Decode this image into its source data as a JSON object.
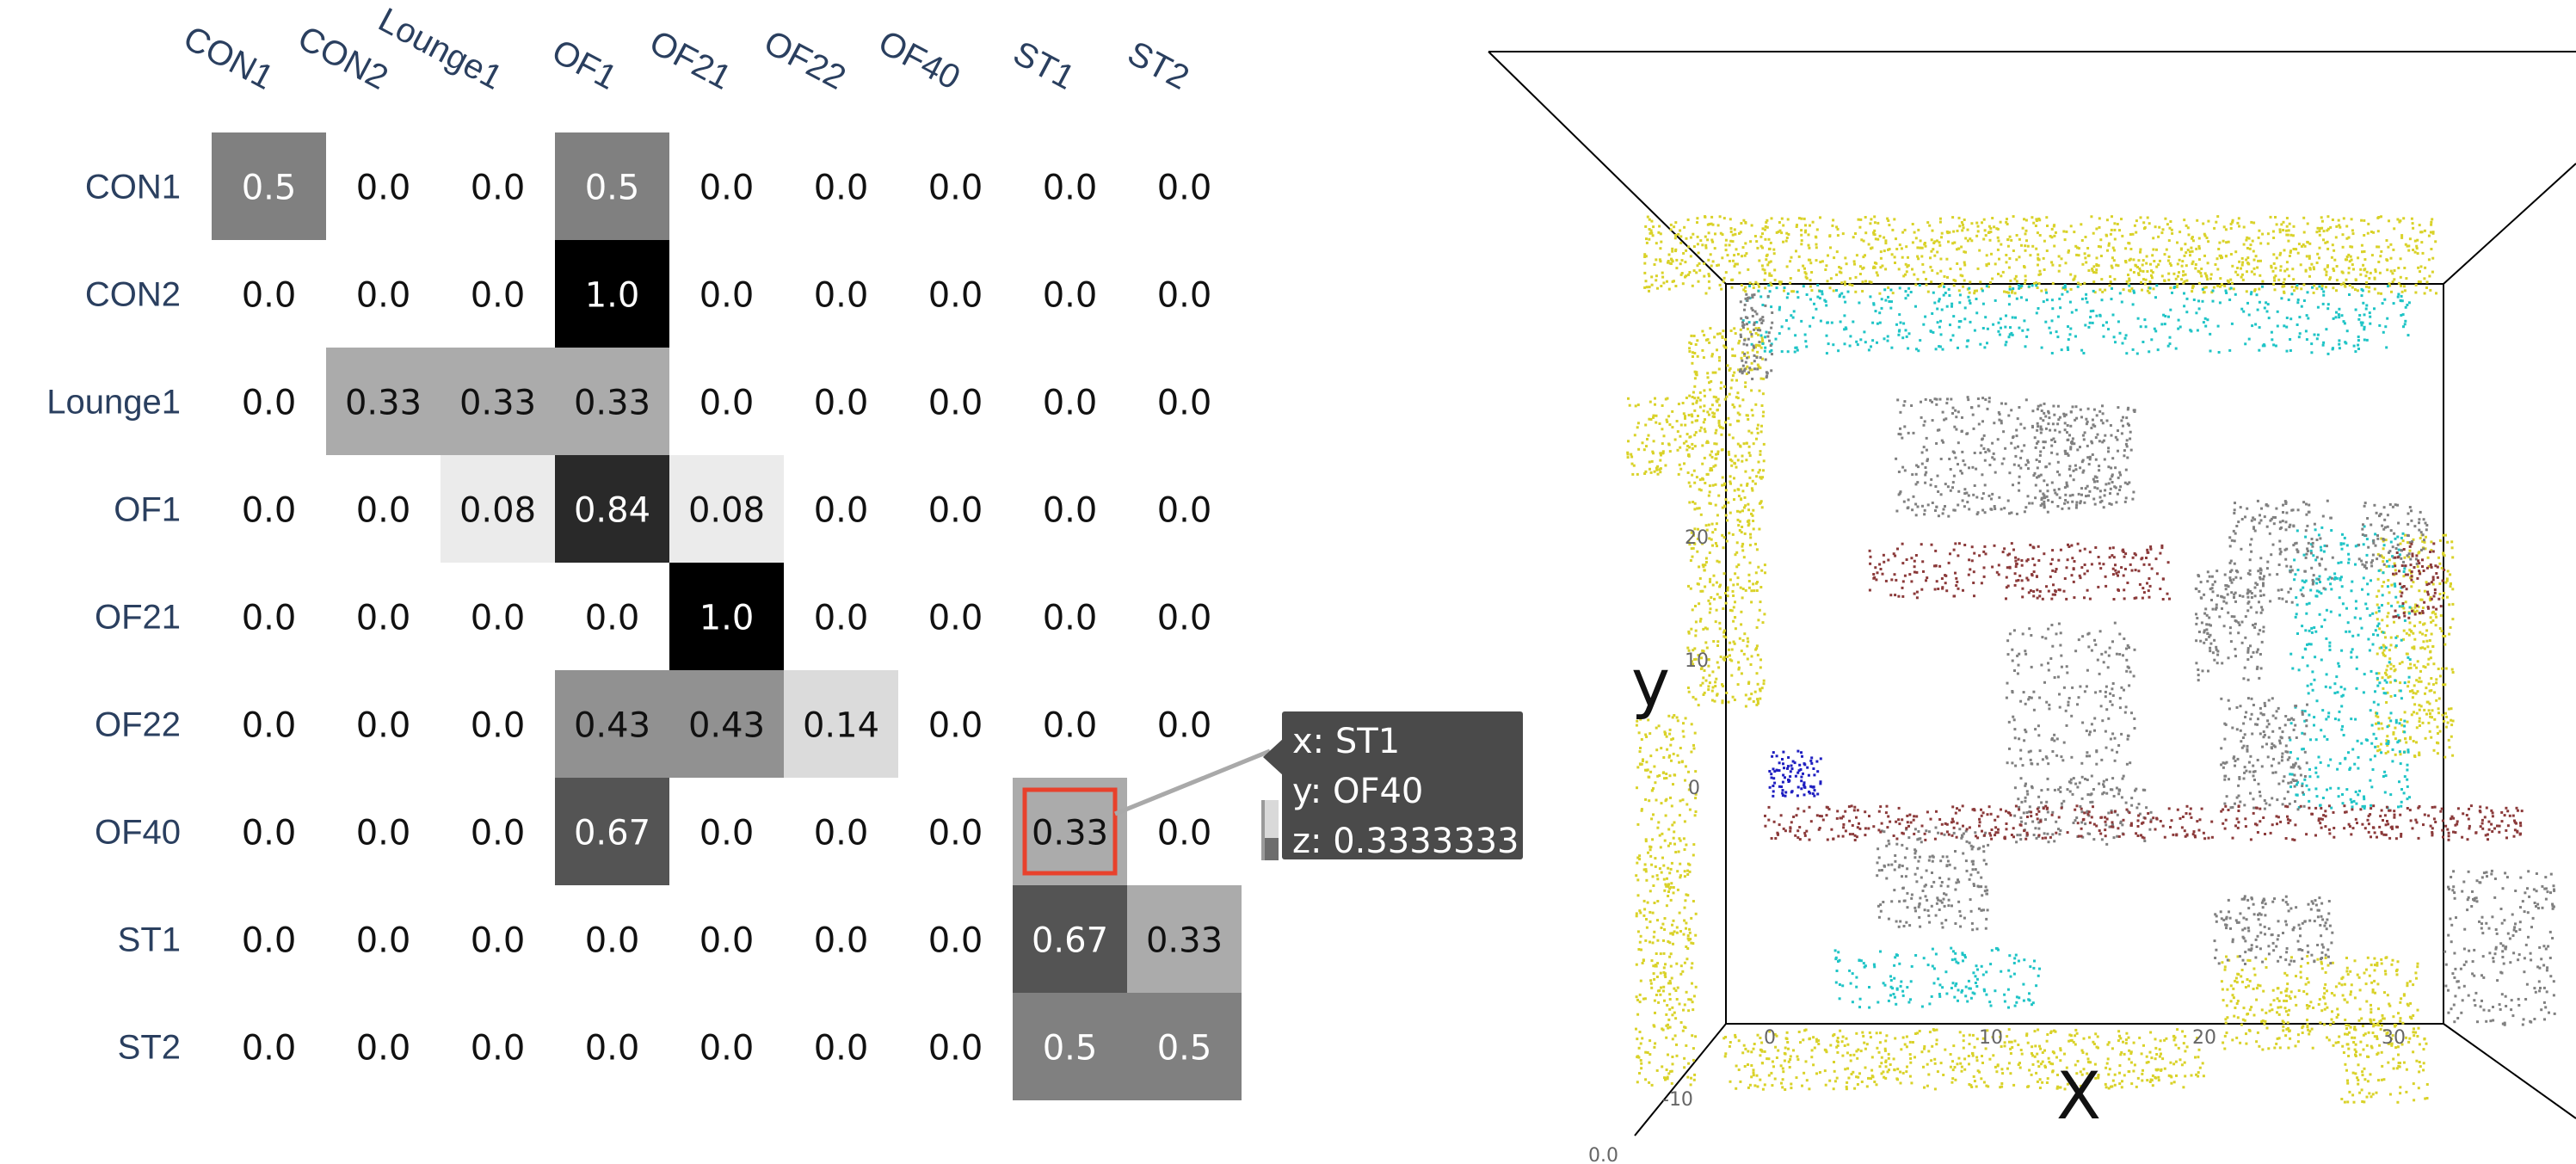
{
  "chart_data": [
    {
      "type": "heatmap",
      "x_labels": [
        "CON1",
        "CON2",
        "Lounge1",
        "OF1",
        "OF21",
        "OF22",
        "OF40",
        "ST1",
        "ST2"
      ],
      "y_labels": [
        "CON1",
        "CON2",
        "Lounge1",
        "OF1",
        "OF21",
        "OF22",
        "OF40",
        "ST1",
        "ST2"
      ],
      "z": [
        [
          "0.5",
          "0.0",
          "0.0",
          "0.5",
          "0.0",
          "0.0",
          "0.0",
          "0.0",
          "0.0"
        ],
        [
          "0.0",
          "0.0",
          "0.0",
          "1.0",
          "0.0",
          "0.0",
          "0.0",
          "0.0",
          "0.0"
        ],
        [
          "0.0",
          "0.33",
          "0.33",
          "0.33",
          "0.0",
          "0.0",
          "0.0",
          "0.0",
          "0.0"
        ],
        [
          "0.0",
          "0.0",
          "0.08",
          "0.84",
          "0.08",
          "0.0",
          "0.0",
          "0.0",
          "0.0"
        ],
        [
          "0.0",
          "0.0",
          "0.0",
          "0.0",
          "1.0",
          "0.0",
          "0.0",
          "0.0",
          "0.0"
        ],
        [
          "0.0",
          "0.0",
          "0.0",
          "0.43",
          "0.43",
          "0.14",
          "0.0",
          "0.0",
          "0.0"
        ],
        [
          "0.0",
          "0.0",
          "0.0",
          "0.67",
          "0.0",
          "0.0",
          "0.0",
          "0.33",
          "0.0"
        ],
        [
          "0.0",
          "0.0",
          "0.0",
          "0.0",
          "0.0",
          "0.0",
          "0.0",
          "0.67",
          "0.33"
        ],
        [
          "0.0",
          "0.0",
          "0.0",
          "0.0",
          "0.0",
          "0.0",
          "0.0",
          "0.5",
          "0.5"
        ]
      ],
      "colorscale": {
        "low": "#ffffff",
        "high": "#000000"
      },
      "highlighted_cell": {
        "x": "ST1",
        "y": "OF40",
        "color": "#e8412c"
      },
      "tooltip": {
        "x_line": "x: ST1",
        "y_line": "y: OF40",
        "z_line": "z: 0.3333333"
      }
    },
    {
      "type": "scatter",
      "xlabel": "X",
      "ylabel": "y",
      "x_ticks": [
        "0",
        "10",
        "20",
        "30"
      ],
      "y_ticks": [
        "-10",
        "0",
        "10",
        "20"
      ],
      "corner_tick": "0.0",
      "colors": {
        "wall": "#d9d229",
        "cyan": "#1fc4c6",
        "gray": "#808080",
        "brown": "#8b3a3a",
        "blue": "#1f1fc0"
      }
    }
  ]
}
